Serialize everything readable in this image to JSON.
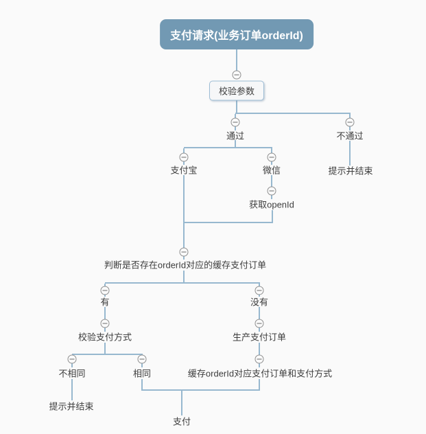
{
  "diagram": {
    "nodes": {
      "root": "支付请求(业务订单orderId)",
      "validate_params": "校验参数",
      "pass": "通过",
      "fail": "不通过",
      "fail_prompt_end": "提示并结束",
      "alipay": "支付宝",
      "wechat": "微信",
      "get_openid": "获取openId",
      "check_cached_order": "判断是否存在orderId对应的缓存支付订单",
      "has": "有",
      "none": "没有",
      "verify_pay_method": "校验支付方式",
      "create_pay_order": "生产支付订单",
      "not_same": "不相同",
      "same": "相同",
      "cache_order_and_method": "缓存orderId对应支付订单和支付方式",
      "not_same_prompt_end": "提示并结束",
      "pay": "支付"
    },
    "colors": {
      "background": "#fafafa",
      "root_fill": "#7299b3",
      "root_text": "#ffffff",
      "connector_line": "#97b8cf",
      "box_border": "#9cbcd4",
      "box_fill": "#f6f7f8",
      "label_text": "#3d3d3d",
      "collapse_border": "#8f8f8f"
    },
    "icons": {
      "collapse": "minus-circle"
    }
  }
}
